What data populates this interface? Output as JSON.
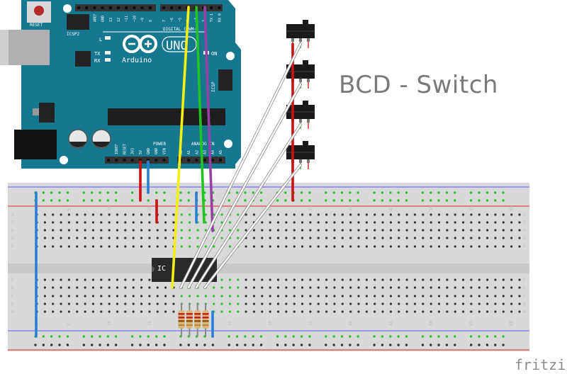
{
  "title": "BCD - Switch",
  "branding": "fritzing",
  "arduino": {
    "board_label": "Arduino",
    "model_label": "UNO",
    "reset_label": "RESET",
    "icsp2_label": "ICSP2",
    "icsp_label": "ICSP",
    "on_label": "ON",
    "l_label": "L",
    "tx_label": "TX",
    "rx_label": "RX",
    "digital_label": "DIGITAL (PWM~)",
    "power_label": "POWER",
    "analog_label": "ANALOG IN",
    "digital_pins": [
      "AREF",
      "GND",
      "13",
      "12",
      "~11",
      "~10",
      "~9",
      "8",
      "7",
      "~6",
      "~5",
      "4",
      "~3",
      "2",
      "TX 1",
      "RX 0"
    ],
    "power_pins": [
      "IOREF",
      "RESET",
      "3V3",
      "5V",
      "GND",
      "GND",
      "VIN"
    ],
    "analog_pins": [
      "A0",
      "A1",
      "A2",
      "A3",
      "A4",
      "A5"
    ],
    "color": "#16788f"
  },
  "breadboard": {
    "row_labels_top": [
      "J",
      "I",
      "H",
      "G",
      "F"
    ],
    "row_labels_bottom": [
      "E",
      "D",
      "C",
      "B",
      "A"
    ],
    "column_numbers": [
      "1",
      "5",
      "10",
      "15",
      "20",
      "25",
      "30",
      "35",
      "40",
      "45",
      "50",
      "55",
      "60"
    ],
    "columns": 61
  },
  "components": {
    "ic_label": "IC",
    "switch_count": 4,
    "resistor_count": 4
  },
  "wires": [
    {
      "name": "5v-wire",
      "color": "#cc1111"
    },
    {
      "name": "gnd-wire",
      "color": "#2a7fd4"
    },
    {
      "name": "pin4-wire",
      "color": "#f2ef11"
    },
    {
      "name": "pin3-wire",
      "color": "#22c422"
    },
    {
      "name": "pin2-wire",
      "color": "#9b3fa8"
    },
    {
      "name": "switch-wire",
      "color": "#ffffff"
    }
  ]
}
